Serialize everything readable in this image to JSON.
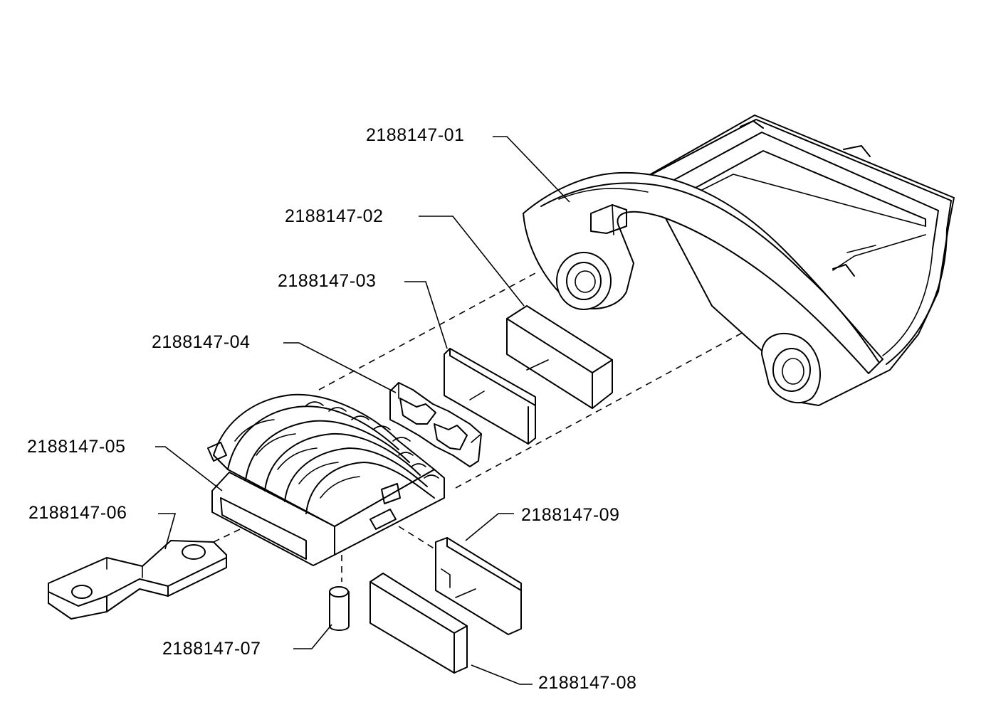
{
  "labels": {
    "p01": "2188147-01",
    "p02": "2188147-02",
    "p03": "2188147-03",
    "p04": "2188147-04",
    "p05": "2188147-05",
    "p06": "2188147-06",
    "p07": "2188147-07",
    "p08": "2188147-08",
    "p09": "2188147-09"
  }
}
